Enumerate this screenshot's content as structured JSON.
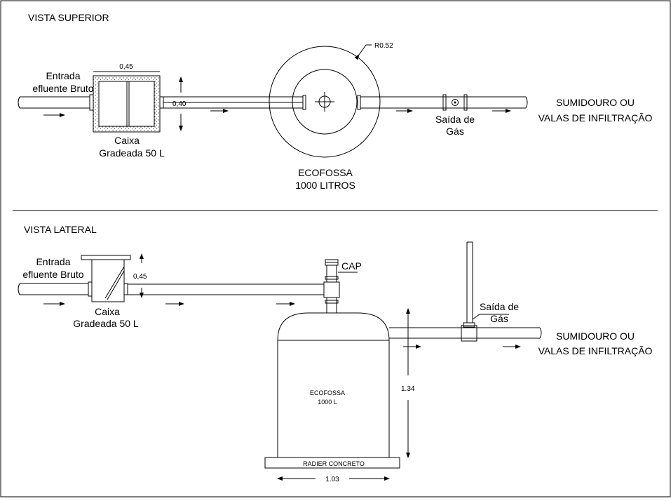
{
  "top_view": {
    "title": "VISTA SUPERIOR",
    "inlet_label_1": "Entrada",
    "inlet_label_2": "efluente Bruto",
    "box_label_1": "Caixa",
    "box_label_2": "Gradeada 50 L",
    "dim_box_width": "0,45",
    "dim_box_height": "0,40",
    "radius_label": "R0.52",
    "tank_label_1": "ECOFOSSA",
    "tank_label_2": "1000 LITROS",
    "gas_label_1": "Saída de",
    "gas_label_2": "Gás",
    "outlet_label_1": "SUMIDOURO OU",
    "outlet_label_2": "VALAS DE INFILTRAÇÃO"
  },
  "side_view": {
    "title": "VISTA LATERAL",
    "inlet_label_1": "Entrada",
    "inlet_label_2": "efluente Bruto",
    "box_label_1": "Caixa",
    "box_label_2": "Gradeada 50 L",
    "dim_box_height": "0,45",
    "cap_label": "CAP",
    "gas_label_1": "Saída de",
    "gas_label_2": "Gás",
    "outlet_label_1": "SUMIDOURO OU",
    "outlet_label_2": "VALAS DE INFILTRAÇÃO",
    "tank_label_1": "ECOFOSSA",
    "tank_label_2": "1000 L",
    "dim_height": "1.34",
    "base_label": "RADIER CONCRETO",
    "dim_width": "1.03"
  }
}
